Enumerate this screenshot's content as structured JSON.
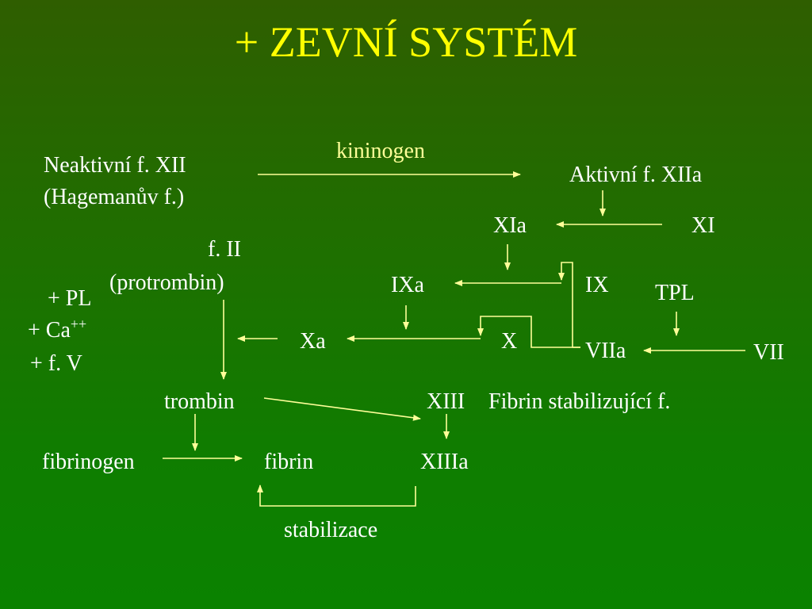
{
  "slide": {
    "title": "+ ZEVNÍ SYSTÉM",
    "colors": {
      "title": "#ffff00",
      "text": "#ffffff",
      "highlight": "#ffff99",
      "arrow": "#ffff99"
    }
  },
  "labels": {
    "neaktivni_line1": "Neaktivní f. XII",
    "neaktivni_line2": "(Hagemanův f.)",
    "kininogen": "kininogen",
    "aktivni": "Aktivní f. XIIa",
    "xia": "XIa",
    "xi": "XI",
    "fii": "f. II",
    "protrombin": "(protrombin)",
    "ixa": "IXa",
    "ix": "IX",
    "tpl": "TPL",
    "pl": "+ PL",
    "ca_base": "+ Ca",
    "ca_sup": "++",
    "fv": "+ f. V",
    "xa": "Xa",
    "x": "X",
    "viia": "VIIa",
    "vii": "VII",
    "trombin": "trombin",
    "xiii": "XIII",
    "fibrin_stab": "Fibrin stabilizující f.",
    "fibrinogen": "fibrinogen",
    "fibrin": "fibrin",
    "xiiia": "XIIIa",
    "stabilizace": "stabilizace"
  }
}
